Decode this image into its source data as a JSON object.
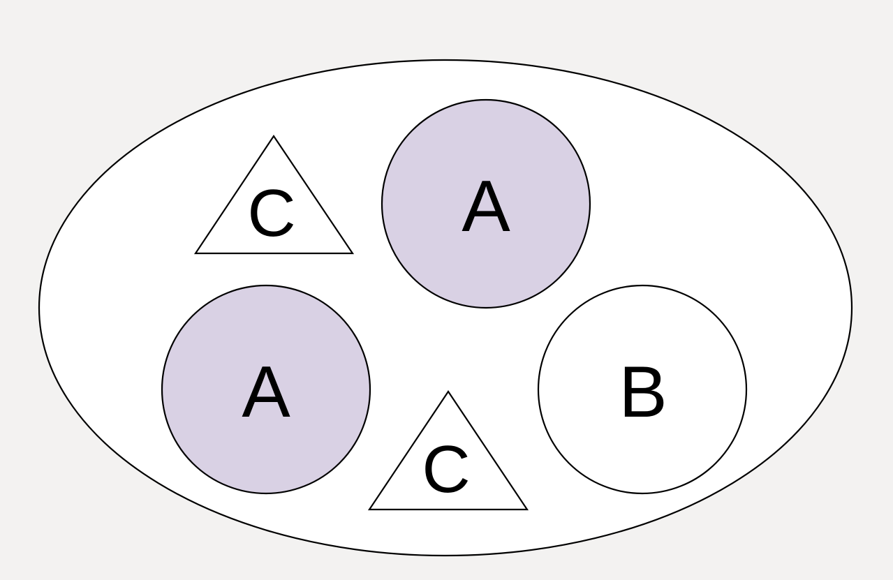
{
  "colors": {
    "background": "#f3f2f1",
    "set_fill": "#ffffff",
    "highlight_fill": "#d9d1e4",
    "plain_fill": "#ffffff",
    "stroke": "#000000"
  },
  "shapes": [
    {
      "id": "triangle-c-top",
      "kind": "triangle",
      "label": "C",
      "highlighted": false
    },
    {
      "id": "circle-a-top",
      "kind": "circle",
      "label": "A",
      "highlighted": true
    },
    {
      "id": "circle-a-bottom",
      "kind": "circle",
      "label": "A",
      "highlighted": true
    },
    {
      "id": "triangle-c-bottom",
      "kind": "triangle",
      "label": "C",
      "highlighted": false
    },
    {
      "id": "circle-b",
      "kind": "circle",
      "label": "B",
      "highlighted": false
    }
  ]
}
